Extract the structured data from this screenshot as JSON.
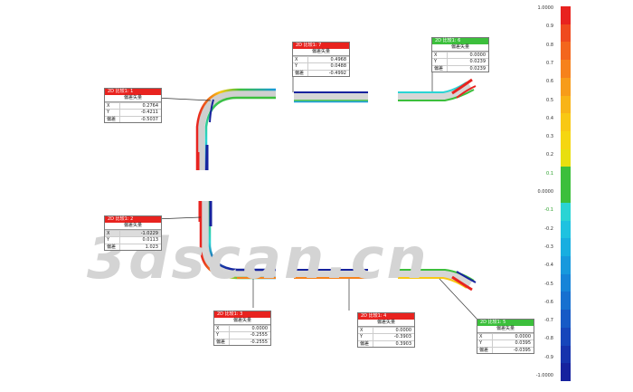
{
  "watermark": "3dscan.cn",
  "annotations": [
    {
      "id": "1",
      "title": "2D 比较1: 1",
      "header_color": "#e8231f",
      "subtitle": "偏差矢量",
      "rows": [
        {
          "k": "X",
          "v": "0.2764"
        },
        {
          "k": "Y",
          "v": "-0.4211"
        },
        {
          "k": "偏差",
          "v": "-0.5037"
        }
      ]
    },
    {
      "id": "7",
      "title": "2D 比较1: 7",
      "header_color": "#e8231f",
      "subtitle": "偏差矢量",
      "rows": [
        {
          "k": "X",
          "v": "0.4968"
        },
        {
          "k": "Y",
          "v": "0.0488"
        },
        {
          "k": "偏差",
          "v": "-0.4992"
        }
      ]
    },
    {
      "id": "6",
      "title": "2D 比较1: 6",
      "header_color": "#3cbf3c",
      "subtitle": "偏差矢量",
      "rows": [
        {
          "k": "X",
          "v": "0.0000"
        },
        {
          "k": "Y",
          "v": "0.0239"
        },
        {
          "k": "偏差",
          "v": "0.0239"
        }
      ]
    },
    {
      "id": "2",
      "title": "2D 比较1: 2",
      "header_color": "#e8231f",
      "subtitle": "偏差矢量",
      "rows": [
        {
          "k": "X",
          "v": "-1.0229"
        },
        {
          "k": "Y",
          "v": "0.0113"
        },
        {
          "k": "偏差",
          "v": "1.023"
        }
      ]
    },
    {
      "id": "3",
      "title": "2D 比较1: 3",
      "header_color": "#e8231f",
      "subtitle": "偏差矢量",
      "rows": [
        {
          "k": "X",
          "v": "0.0000"
        },
        {
          "k": "Y",
          "v": "-0.2555"
        },
        {
          "k": "偏差",
          "v": "-0.2555"
        }
      ]
    },
    {
      "id": "4",
      "title": "2D 比较1: 4",
      "header_color": "#e8231f",
      "subtitle": "偏差矢量",
      "rows": [
        {
          "k": "X",
          "v": "0.0000"
        },
        {
          "k": "Y",
          "v": "-0.3903"
        },
        {
          "k": "偏差",
          "v": "0.3903"
        }
      ]
    },
    {
      "id": "5",
      "title": "2D 比较1: 5",
      "header_color": "#3cbf3c",
      "subtitle": "偏差矢量",
      "rows": [
        {
          "k": "X",
          "v": "0.0000"
        },
        {
          "k": "Y",
          "v": "0.0395"
        },
        {
          "k": "偏差",
          "v": "-0.0395"
        }
      ]
    }
  ],
  "colorbar": {
    "ticks": [
      "1.0000",
      "0.9",
      "0.8",
      "0.7",
      "0.6",
      "0.5",
      "0.4",
      "0.3",
      "0.2",
      "0.1",
      "0.0000",
      "-0.1",
      "-0.2",
      "-0.3",
      "-0.4",
      "-0.5",
      "-0.6",
      "-0.7",
      "-0.8",
      "-0.9",
      "-1.0000"
    ],
    "tick_values": [
      1.0,
      0.9,
      0.8,
      0.7,
      0.6,
      0.5,
      0.4,
      0.3,
      0.2,
      0.1,
      0.0,
      -0.1,
      -0.2,
      -0.3,
      -0.4,
      -0.5,
      -0.6,
      -0.7,
      -0.8,
      -0.9,
      -1.0
    ],
    "tolerance_ticks": [
      "0.1",
      "-0.1"
    ],
    "colors": [
      "#e8231f",
      "#ef4a1e",
      "#f3661d",
      "#f6821c",
      "#f79c1a",
      "#f8b417",
      "#f8c814",
      "#f5d611",
      "#e8df0f",
      "#3cbf3c",
      "#3cbf3c",
      "#2ad4d4",
      "#1ec2e0",
      "#18aee0",
      "#1799dd",
      "#1684d8",
      "#1670d0",
      "#165ac6",
      "#1646bb",
      "#1633ad",
      "#16229e"
    ]
  }
}
